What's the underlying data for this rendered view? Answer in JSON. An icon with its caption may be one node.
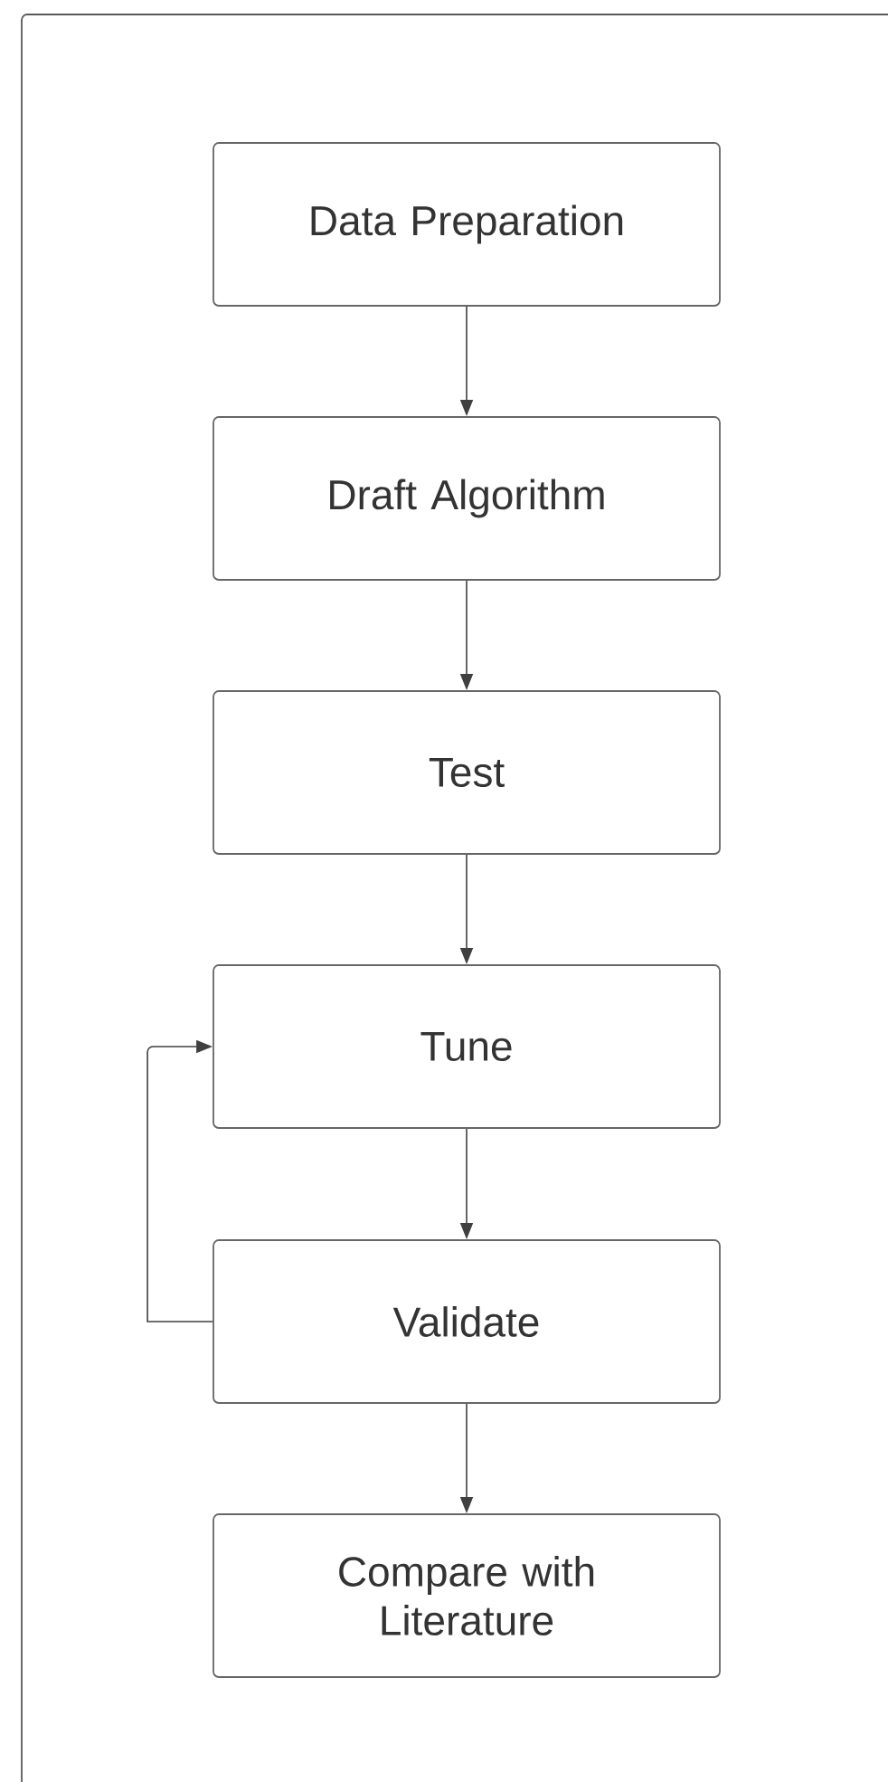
{
  "diagram": {
    "nodes": [
      {
        "text": [
          "Data Preparation"
        ]
      },
      {
        "text": [
          "Draft Algorithm"
        ]
      },
      {
        "text": [
          "Test"
        ]
      },
      {
        "text": [
          "Tune"
        ]
      },
      {
        "text": [
          "Validate"
        ]
      },
      {
        "text": [
          "Compare with Literature"
        ]
      }
    ],
    "edges": [
      {
        "from": 0,
        "to": 1,
        "arrow": "to"
      },
      {
        "from": 1,
        "to": 2,
        "arrow": "to"
      },
      {
        "from": 2,
        "to": 3,
        "arrow": "to"
      },
      {
        "from": 3,
        "to": 4,
        "arrow": "to"
      },
      {
        "from": 4,
        "to": 5,
        "arrow": "to"
      },
      {
        "from": 4,
        "to": 3,
        "arrow": "to"
      }
    ]
  }
}
